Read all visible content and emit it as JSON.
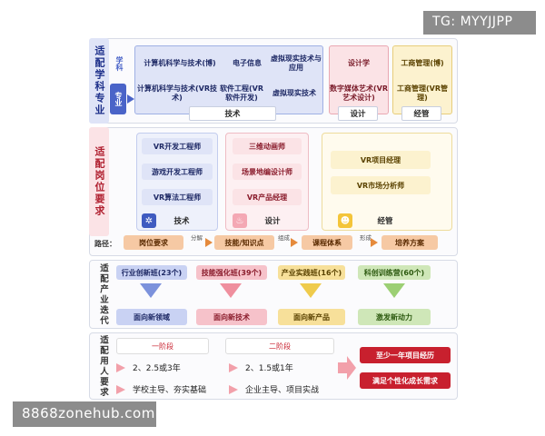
{
  "watermarks": {
    "top": "TG: MYYJJPP",
    "bottom": "8868zonehub.com"
  },
  "major": {
    "side_title": "适配学科专业",
    "subject_tag": "学科",
    "major_tag": "专业",
    "subjects": [
      "计算机科学与技术(博)",
      "电子信息",
      "虚拟现实技术与应用",
      "设计学",
      "工商管理(博)"
    ],
    "majors": [
      "计算机科学与技术(VR技术)",
      "软件工程(VR软件开发)",
      "虚拟现实技术",
      "数字媒体艺术(VR艺术设计)",
      "工商管理(VR管理)"
    ],
    "groups": [
      "技术",
      "设计",
      "经管"
    ]
  },
  "jobs": {
    "side_title": "适配岗位要求",
    "tech": [
      "VR开发工程师",
      "游戏开发工程师",
      "VR算法工程师"
    ],
    "design": [
      "三维动画师",
      "场景地编设计师",
      "VR产品经理"
    ],
    "mgmt": [
      "VR项目经理",
      "VR市场分析师"
    ],
    "groups": [
      "技术",
      "设计",
      "经管"
    ],
    "path_label": "路径：",
    "path_steps": [
      "岗位要求",
      "技能/知识点",
      "课程体系",
      "培养方案"
    ],
    "path_links": [
      "分解",
      "组成",
      "形成"
    ]
  },
  "industry": {
    "side_title": "适配产业迭代",
    "classes": [
      "行业创新班(23个)",
      "技能强化班(39个)",
      "产业实践班(16个)",
      "科创训练营(60个)"
    ],
    "outcomes": [
      "面向新领域",
      "面向新技术",
      "面向新产品",
      "激发新动力"
    ]
  },
  "employer": {
    "side_title": "适配用人要求",
    "stage1": "一阶段",
    "stage2": "二阶段",
    "stage1_items": [
      "2、2.5或3年",
      "学校主导、夯实基础"
    ],
    "stage2_items": [
      "2、1.5或1年",
      "企业主导、项目实战"
    ],
    "results": [
      "至少一年项目经历",
      "满足个性化成长需求"
    ]
  },
  "colors": {
    "blue": "#4a64c8",
    "tech_bg": "#dfe4f7",
    "design_bg": "#fbe3e6",
    "mgmt_bg": "#fcf2cf",
    "red": "#c8202e"
  }
}
